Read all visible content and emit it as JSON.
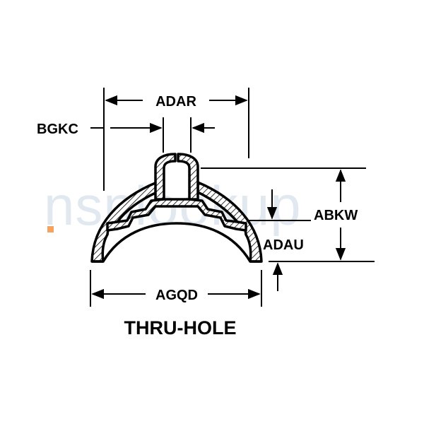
{
  "watermark": {
    "text": "nsnlookup",
    "dot_color": "#f4a460",
    "text_color": "#c9d6e2"
  },
  "labels": {
    "adar": "ADAR",
    "bgkc": "BGKC",
    "abkw": "ABKW",
    "adau": "ADAU",
    "agqd": "AGQD"
  },
  "caption": "THRU-HOLE"
}
